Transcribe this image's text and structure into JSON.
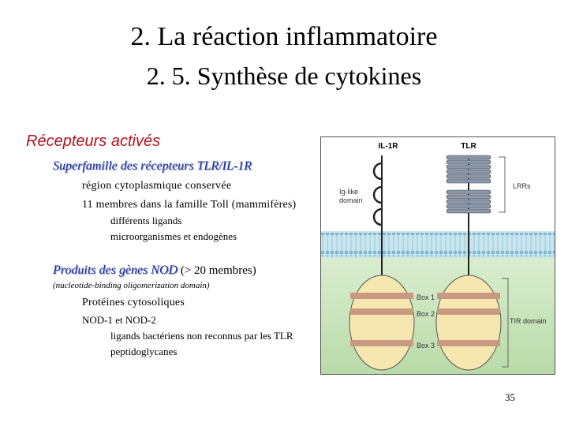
{
  "title_line1": "2. La réaction inflammatoire",
  "title_line2": "2. 5. Synthèse de cytokines",
  "section_heading": "Récepteurs activés",
  "superfamily": {
    "heading": "Superfamille des récepteurs TLR/IL-1R",
    "line1": "région cytoplasmique conservée",
    "line2": "11 membres dans la famille Toll (mammifères)",
    "line3": "différents ligands",
    "line4": "microorganismes et endogènes"
  },
  "nod": {
    "heading": "Produits des gènes NOD",
    "heading_suffix": " (> 20 membres)",
    "subtitle": "(nucleotide-binding oligomerization domain)",
    "line1": "Protéines cytosoliques",
    "line2": "NOD-1 et NOD-2",
    "line3": "ligands bactériens non reconnus par les TLR",
    "line4": "peptidoglycanes"
  },
  "figure": {
    "label_il1r": "IL-1R",
    "label_tlr": "TLR",
    "label_ig": "Ig-like",
    "label_domain": "domain",
    "label_lrrs": "LRRs",
    "label_box1": "Box 1",
    "label_box2": "Box 2",
    "label_box3": "Box 3",
    "label_tir": "TIR domain",
    "colors": {
      "membrane": "#c9e6ef",
      "cytoplasm": "#cfe6c2",
      "tir_fill": "#f6e6b0",
      "box_band": "#c89a82",
      "lrr": "#8a96ab"
    }
  },
  "page_number": "35"
}
